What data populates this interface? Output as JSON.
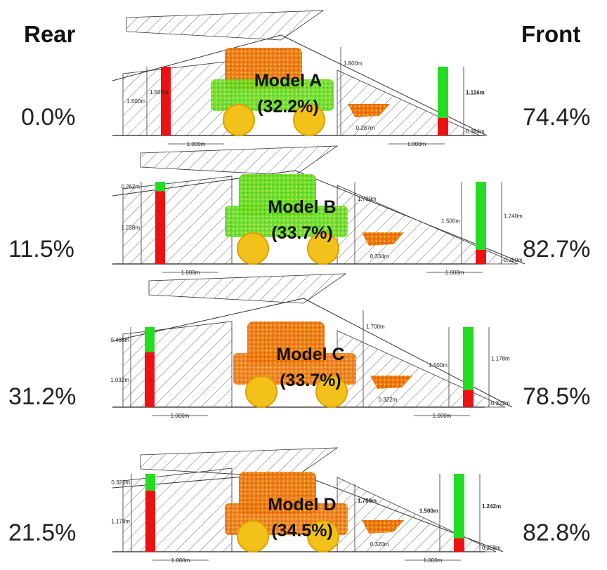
{
  "headers": {
    "rear": "Rear",
    "front": "Front"
  },
  "colors": {
    "green": "#22dd22",
    "red": "#ee1111",
    "machine_green": "#66dd22",
    "machine_orange": "#ee7711",
    "machine_yellow": "#ddcc22"
  },
  "rows": [
    {
      "model": "Model A",
      "share": "(32.2%)",
      "rear_pct": "0.0%",
      "front_pct": "74.4%",
      "rear_green_label": "",
      "rear_red_label": "1.500m",
      "rear_height": "1.500m",
      "front_green_label": "1.116m",
      "front_red_label": "0.384m",
      "front_height": "",
      "top_height": "1.800m",
      "bucket_label": "0.287m",
      "rear_dist": "1.000m",
      "front_dist": "1.000m",
      "rear_green_frac": 0.0,
      "front_green_frac": 0.744
    },
    {
      "model": "Model B",
      "share": "(33.7%)",
      "rear_pct": "11.5%",
      "front_pct": "82.7%",
      "rear_green_label": "0.262m",
      "rear_red_label": "1.238m",
      "rear_height": "",
      "front_green_label": "1.240m",
      "front_red_label": "0.260m",
      "front_height": "1.500m",
      "top_height": "1.700m",
      "bucket_label": "0.334m",
      "rear_dist": "1.000m",
      "front_dist": "1.000m",
      "rear_green_frac": 0.115,
      "front_green_frac": 0.827
    },
    {
      "model": "Model C",
      "share": "(33.7%)",
      "rear_pct": "31.2%",
      "front_pct": "78.5%",
      "rear_green_label": "0.468m",
      "rear_red_label": "1.032m",
      "rear_height": "",
      "front_green_label": "1.178m",
      "front_red_label": "0.322m",
      "front_height": "1.500m",
      "top_height": "1.700m",
      "bucket_label": "0.322m",
      "rear_dist": "1.000m",
      "front_dist": "1.000m",
      "rear_green_frac": 0.312,
      "front_green_frac": 0.785
    },
    {
      "model": "Model D",
      "share": "(34.5%)",
      "rear_pct": "21.5%",
      "front_pct": "82.8%",
      "rear_green_label": "0.322m",
      "rear_red_label": "1.178m",
      "rear_height": "",
      "front_green_label": "1.242m",
      "front_red_label": "0.258m",
      "front_height": "1.500m",
      "top_height": "1.700m",
      "bucket_label": "0.320m",
      "rear_dist": "1.000m",
      "front_dist": "1.000m",
      "rear_green_frac": 0.215,
      "front_green_frac": 0.828
    }
  ]
}
